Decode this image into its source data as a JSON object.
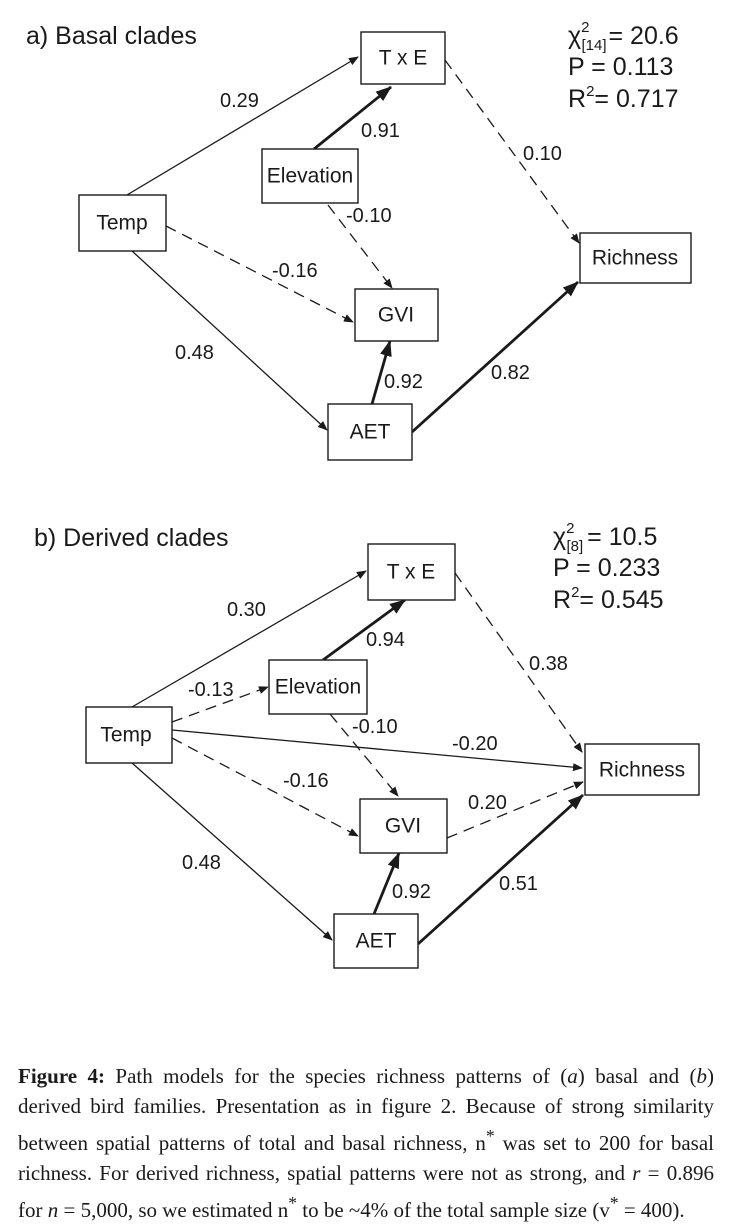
{
  "panels": [
    {
      "title": "a) Basal clades",
      "stats": {
        "chi_symbol": "χ",
        "chi_sup": "2",
        "chi_sub": "[14]",
        "chi_value": "= 20.6",
        "p_text": "P = 0.113",
        "r2_base": "R",
        "r2_sup": "2",
        "r2_value": "= 0.717"
      },
      "nodes": [
        {
          "id": "txe",
          "label": "T x E"
        },
        {
          "id": "elev",
          "label": "Elevation"
        },
        {
          "id": "temp",
          "label": "Temp"
        },
        {
          "id": "gvi",
          "label": "GVI"
        },
        {
          "id": "aet",
          "label": "AET"
        },
        {
          "id": "rich",
          "label": "Richness"
        }
      ],
      "edges": [
        {
          "from": "Temp",
          "to": "T x E",
          "coef": "0.29",
          "style": "solid"
        },
        {
          "from": "Elevation",
          "to": "T x E",
          "coef": "0.91",
          "style": "bold"
        },
        {
          "from": "T x E",
          "to": "Richness",
          "coef": "0.10",
          "style": "dashed"
        },
        {
          "from": "Elevation",
          "to": "GVI",
          "coef": "-0.10",
          "style": "dashed"
        },
        {
          "from": "Temp",
          "to": "GVI",
          "coef": "-0.16",
          "style": "dashed"
        },
        {
          "from": "Temp",
          "to": "AET",
          "coef": "0.48",
          "style": "solid"
        },
        {
          "from": "AET",
          "to": "GVI",
          "coef": "0.92",
          "style": "bold"
        },
        {
          "from": "AET",
          "to": "Richness",
          "coef": "0.82",
          "style": "bold"
        }
      ]
    },
    {
      "title": "b) Derived clades",
      "stats": {
        "chi_symbol": "χ",
        "chi_sup": "2",
        "chi_sub": "[8]",
        "chi_value": "= 10.5",
        "p_text": "P = 0.233",
        "r2_base": "R",
        "r2_sup": "2",
        "r2_value": "= 0.545"
      },
      "nodes": [
        {
          "id": "txe",
          "label": "T x E"
        },
        {
          "id": "elev",
          "label": "Elevation"
        },
        {
          "id": "temp",
          "label": "Temp"
        },
        {
          "id": "gvi",
          "label": "GVI"
        },
        {
          "id": "aet",
          "label": "AET"
        },
        {
          "id": "rich",
          "label": "Richness"
        }
      ],
      "edges": [
        {
          "from": "Temp",
          "to": "T x E",
          "coef": "0.30",
          "style": "solid"
        },
        {
          "from": "Elevation",
          "to": "T x E",
          "coef": "0.94",
          "style": "bold"
        },
        {
          "from": "T x E",
          "to": "Richness",
          "coef": "0.38",
          "style": "dashed"
        },
        {
          "from": "Temp",
          "to": "Elevation",
          "coef": "-0.13",
          "style": "dashed"
        },
        {
          "from": "Elevation",
          "to": "GVI",
          "coef": "-0.10",
          "style": "dashed"
        },
        {
          "from": "Temp",
          "to": "Richness",
          "coef": "-0.20",
          "style": "solid"
        },
        {
          "from": "Temp",
          "to": "GVI",
          "coef": "-0.16",
          "style": "dashed"
        },
        {
          "from": "GVI",
          "to": "Richness",
          "coef": "0.20",
          "style": "dashed"
        },
        {
          "from": "Temp",
          "to": "AET",
          "coef": "0.48",
          "style": "solid"
        },
        {
          "from": "AET",
          "to": "GVI",
          "coef": "0.92",
          "style": "bold"
        },
        {
          "from": "AET",
          "to": "Richness",
          "coef": "0.51",
          "style": "bold"
        }
      ]
    }
  ],
  "caption": {
    "label": "Figure 4:",
    "t1": " Path models for the species richness patterns of (",
    "a": "a",
    "t2": ") basal and (",
    "b": "b",
    "t3": ") derived bird families. Presentation as in figure 2. Because of strong similarity between spatial patterns of total and basal richness, n",
    "star1": "*",
    "t4": " was set to 200 for basal richness. For derived richness, spatial patterns were not as strong, and ",
    "r": "r",
    "t5": " = 0.896 for ",
    "n": "n",
    "t6": " = 5,000, so we estimated n",
    "star2": "*",
    "t7": " to be ~4% of the total sample size (v",
    "star3": "*",
    "t8": " = 400)."
  }
}
